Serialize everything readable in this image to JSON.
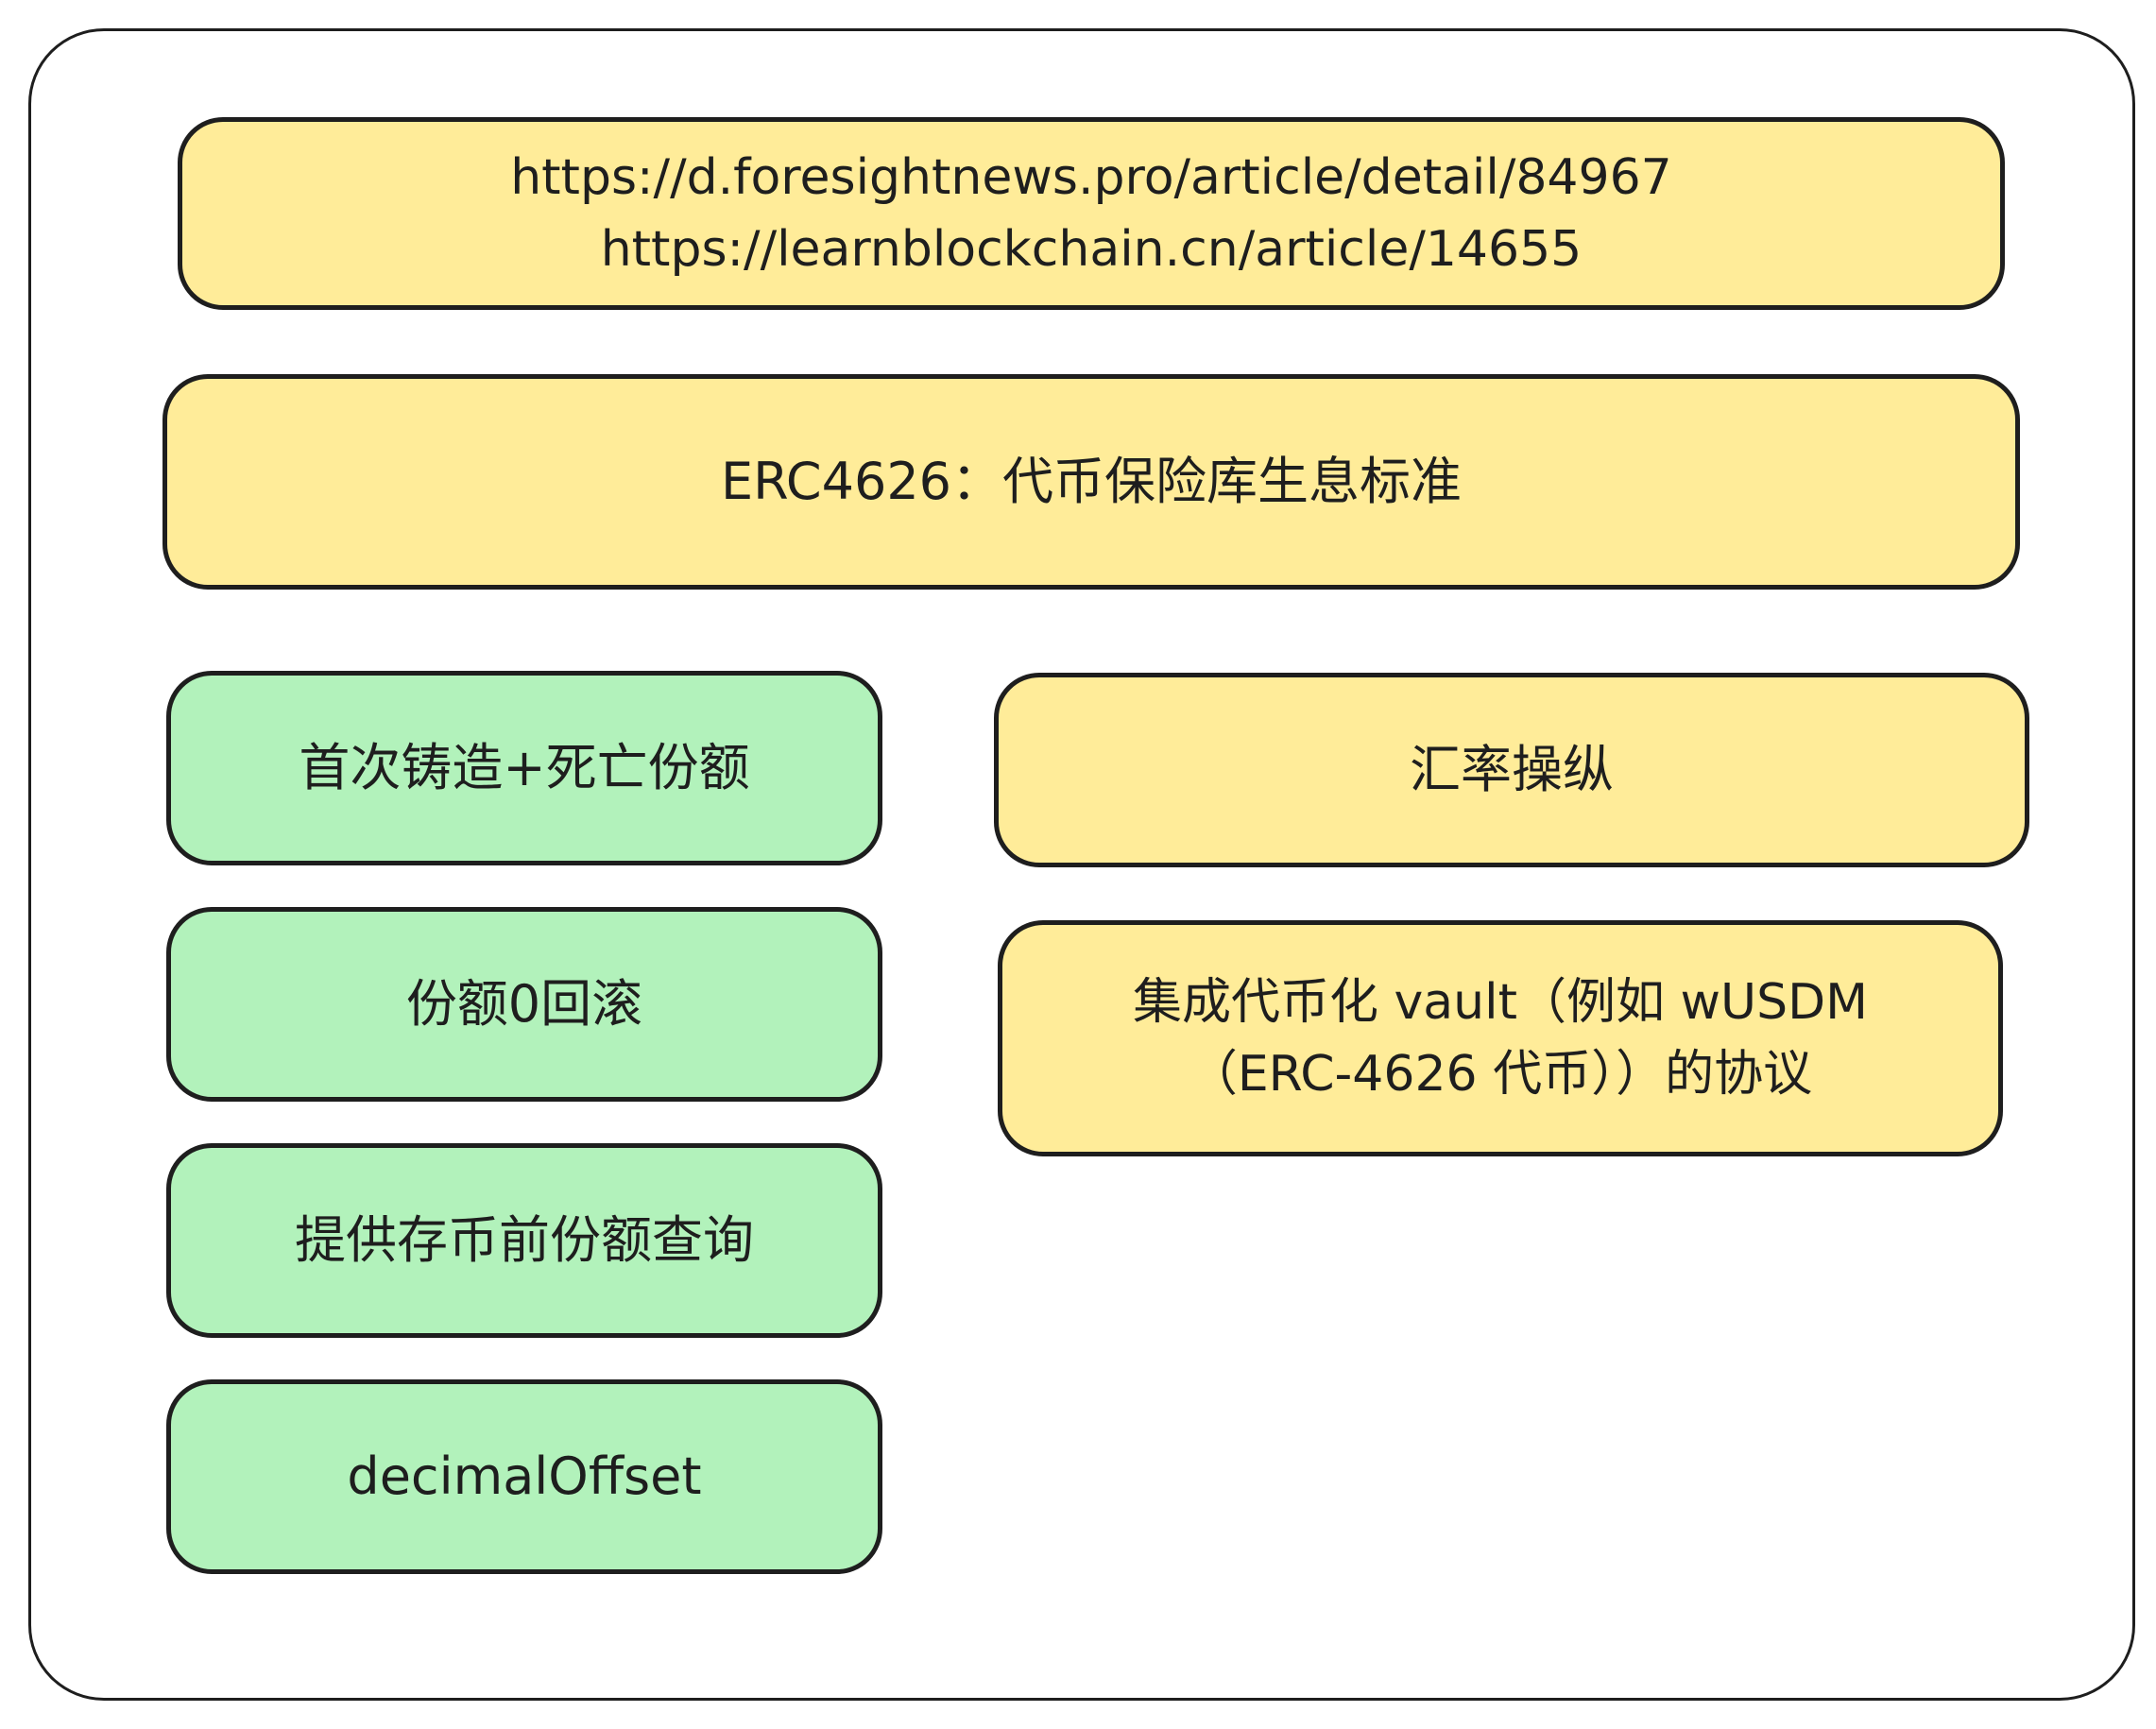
{
  "sources": {
    "lines": [
      "https://d.foresightnews.pro/article/detail/84967",
      "https://learnblockchain.cn/article/14655"
    ]
  },
  "title": "ERC4626：代币保险库生息标准",
  "defenses": [
    "首次铸造+死亡份额",
    "份额0回滚",
    "提供存币前份额查询",
    "decimalOffset"
  ],
  "attack": "汇率操纵",
  "target": {
    "lines": [
      "集成代币化 vault（例如 wUSDM",
      "（ERC-4626 代币））的协议"
    ]
  },
  "colors": {
    "yellow": "#ffec99",
    "green": "#b2f2bb",
    "stroke": "#1e1e1e"
  }
}
